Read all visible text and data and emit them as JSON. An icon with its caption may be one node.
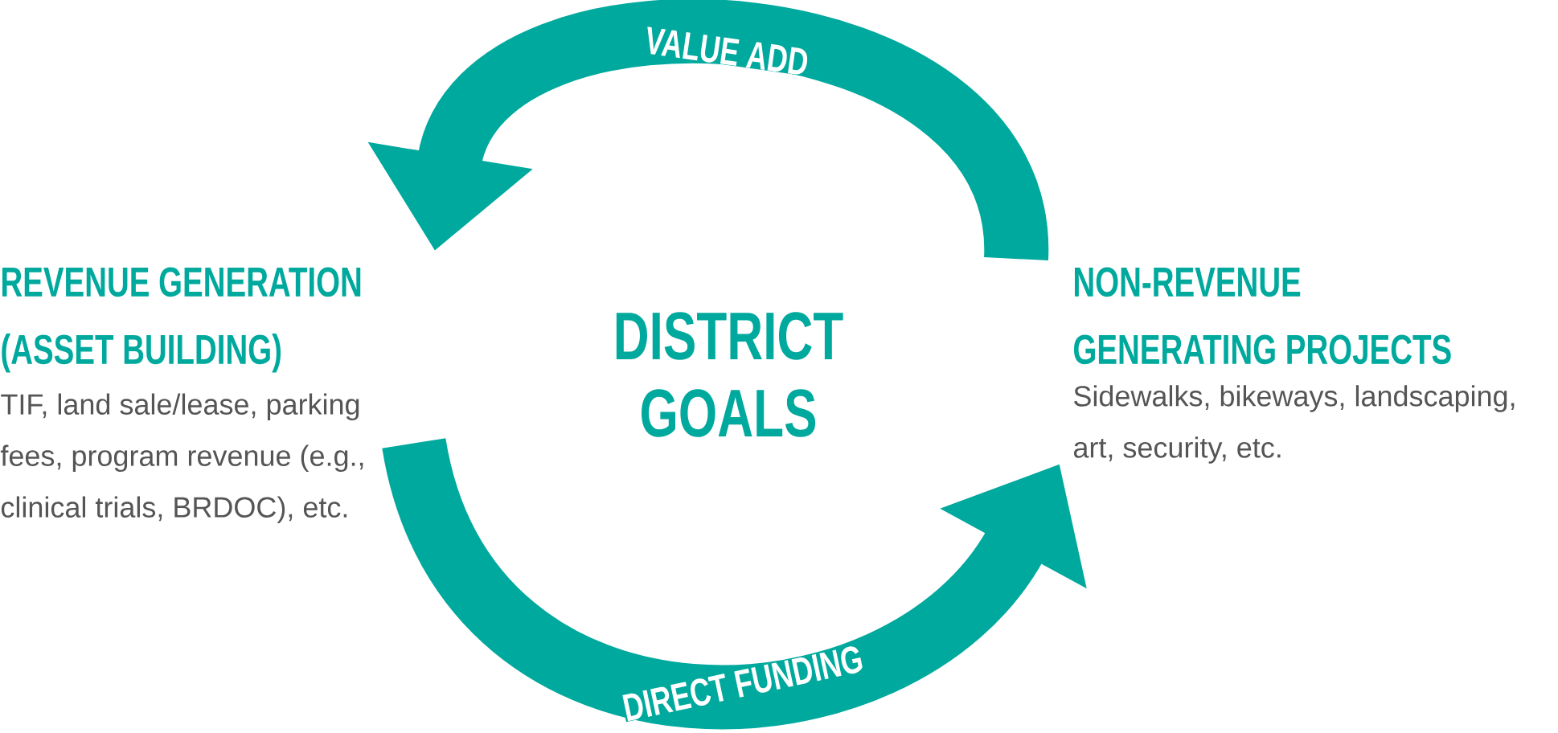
{
  "diagram": {
    "nodes": [
      {
        "text": [
          "REVENUE GENERATION (ASSET BUILDING)",
          "TIF, land sale/lease, parking fees, program revenue (e.g., clinical trials, BRDOC), etc."
        ]
      },
      {
        "text": [
          "DISTRICT GOALS"
        ]
      },
      {
        "text": [
          "NON-REVENUE GENERATING PROJECTS",
          "Sidewalks, bikeways, landscaping, art, security, etc."
        ]
      }
    ],
    "edges": [
      {
        "from": 2,
        "to": 0,
        "arrow": "to",
        "label": "VALUE ADD"
      },
      {
        "from": 0,
        "to": 2,
        "arrow": "to",
        "label": "DIRECT FUNDING"
      }
    ]
  }
}
